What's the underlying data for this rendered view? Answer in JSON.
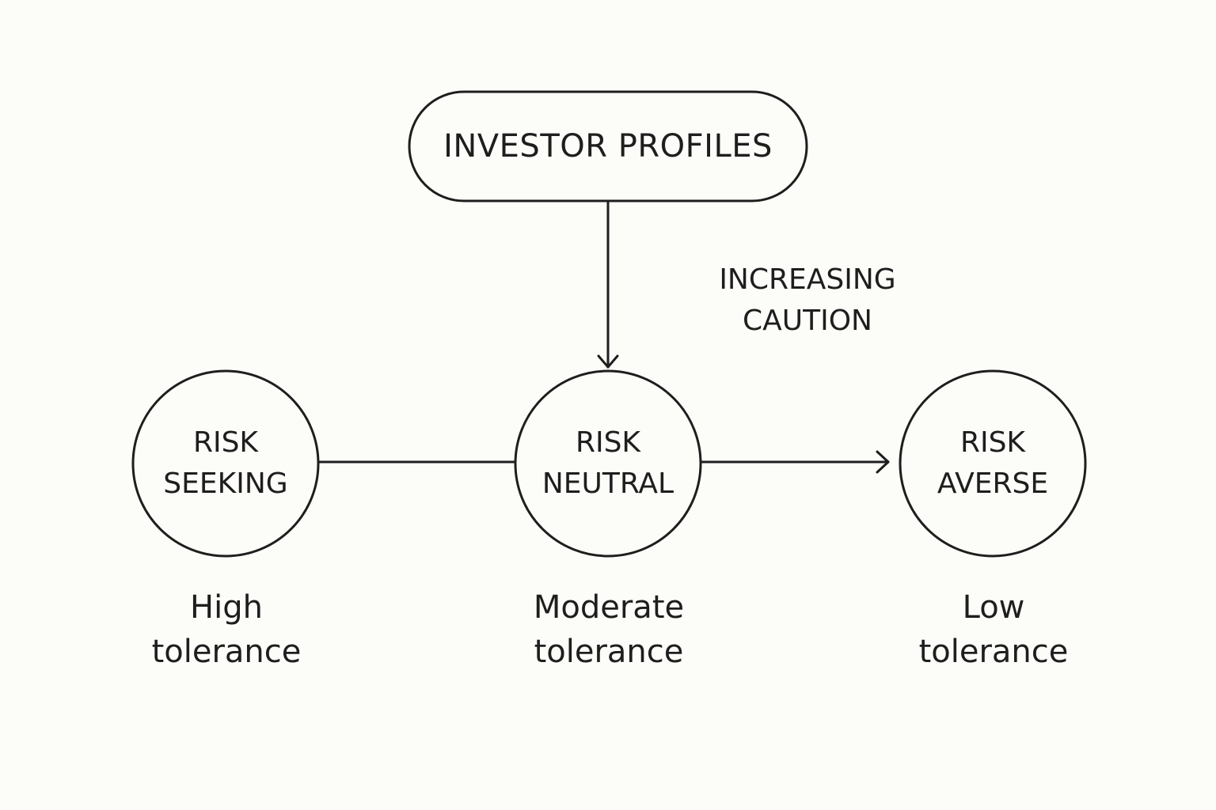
{
  "diagram": {
    "root": {
      "label": "INVESTOR PROFILES"
    },
    "annotation": {
      "line1": "INCREASING",
      "line2": "CAUTION"
    },
    "nodes": [
      {
        "line1": "RISK",
        "line2": "SEEKING",
        "tolerance_line1": "High",
        "tolerance_line2": "tolerance"
      },
      {
        "line1": "RISK",
        "line2": "NEUTRAL",
        "tolerance_line1": "Moderate",
        "tolerance_line2": "tolerance"
      },
      {
        "line1": "RISK",
        "line2": "AVERSE",
        "tolerance_line1": "Low",
        "tolerance_line2": "tolerance"
      }
    ],
    "colors": {
      "background": "#fcfcf9",
      "stroke": "#1e1e1e"
    }
  }
}
